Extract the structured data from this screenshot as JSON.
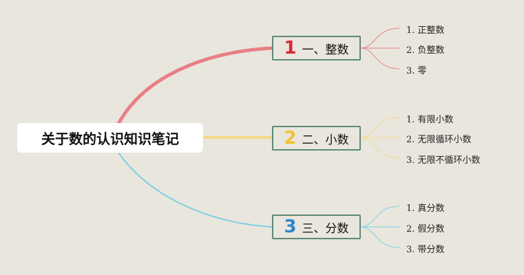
{
  "root": {
    "label": "关于数的认识知识笔记"
  },
  "branches": [
    {
      "number": "1",
      "label": "一、整数",
      "color": "#e87f85",
      "number_color": "#d92a33",
      "children": [
        "1. 正整数",
        "2. 负整数",
        "3. 零"
      ]
    },
    {
      "number": "2",
      "label": "二、小数",
      "color": "#f5d98a",
      "number_color": "#f2c230",
      "children": [
        "1. 有限小数",
        "2. 无限循环小数",
        "3. 无限不循环小数"
      ]
    },
    {
      "number": "3",
      "label": "三、分数",
      "color": "#7fcfe0",
      "number_color": "#2d86c8",
      "children": [
        "1. 真分数",
        "2. 假分数",
        "3. 带分数"
      ]
    }
  ]
}
